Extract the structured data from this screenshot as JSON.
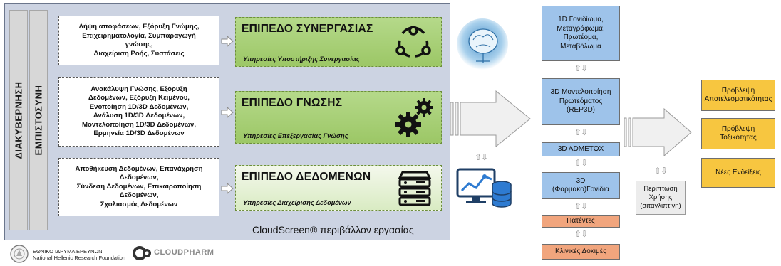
{
  "side_labels": {
    "governance": "ΔΙΑΚΥΒΕΡΝΗΣΗ",
    "trust": "ΕΜΠΙΣΤΟΣΥΝΗ"
  },
  "levels": [
    {
      "services_lines": [
        "Λήψη αποφάσεων, Εξόρυξη Γνώμης,",
        "Επιχειρηματολογία, Συμπαραγωγή",
        "γνώσης,",
        "Διαχείριση Ροής, Συστάσεις"
      ],
      "title": "ΕΠΙΠΕΔΟ ΣΥΝΕΡΓΑΣΙΑΣ",
      "subtitle": "Υπηρεσίες Υποστήριξης Συνεργασίας",
      "icon": "share-network-icon"
    },
    {
      "services_lines": [
        "Ανακάλυψη Γνώσης, Εξόρυξη",
        "Δεδομένων, Εξόρυξη Κειμένου,",
        "Ενοποίηση 1D/3D Δεδομένων,",
        "Ανάλυση 1D/3D Δεδομένων,",
        "Μοντελοποίηση 1D/3D Δεδομένων,",
        "Ερμηνεία 1D/3D Δεδομένων"
      ],
      "title": "ΕΠΙΠΕΔΟ ΓΝΩΣΗΣ",
      "subtitle": "Υπηρεσίες Επεξεργασίας Γνώσης",
      "icon": "gears-icon"
    },
    {
      "services_lines": [
        "Αποθήκευση Δεδομένων, Επανάχρηση",
        "Δεδομένων,",
        "Σύνδεση Δεδομένων, Επικαιροποίηση",
        "Δεδομένων,",
        "Σχολιασμός Δεδομένων"
      ],
      "title": "ΕΠΙΠΕΔΟ ΔΕΔΟΜΕΝΩΝ",
      "subtitle": "Υπηρεσίες Διαχείρισης Δεδομένων",
      "icon": "server-icon"
    }
  ],
  "environment_note": "CloudScreen® περιβάλλον εργασίας",
  "pipeline": {
    "omics": [
      "1D Γονιδίωμα,",
      "Μεταγράφωμα,",
      "Πρωτέομα,",
      "Μεταβόλωμα"
    ],
    "modeling": [
      "3D Μοντελοποίηση",
      "Πρωτεόματος",
      "(REP3D)"
    ],
    "admetox": "3D ADMETOX",
    "pharmacogenes": [
      "3D",
      "(Φαρμακο)Γονίδια"
    ],
    "patents": "Πατέντες",
    "clinical_trials": "Κλινικές Δοκιμές",
    "connector": "⇧⇩"
  },
  "use_case": [
    "Περίπτωση",
    "Χρήσης",
    "(σιταγλιπτίνη)"
  ],
  "predictions": [
    [
      "Πρόβλεψη",
      "Αποτελεσματικότητας"
    ],
    [
      "Πρόβλεψη",
      "Τοξικότητας"
    ],
    [
      "Νέες Ενδείξεις"
    ]
  ],
  "logos": {
    "nhrf_line1": "ΕΘΝΙΚΟ ΙΔΡΥΜΑ ΕΡΕΥΝΩΝ",
    "nhrf_line2": "National Hellenic Research Foundation",
    "cloudpharm": "CLOUDPHARM"
  },
  "colors": {
    "panel": "#ccd3e2",
    "level_green": "#a9cf74",
    "pipeline_blue": "#9ec3ea",
    "pipeline_orange": "#f1a57d",
    "prediction_yellow": "#f7c640"
  }
}
